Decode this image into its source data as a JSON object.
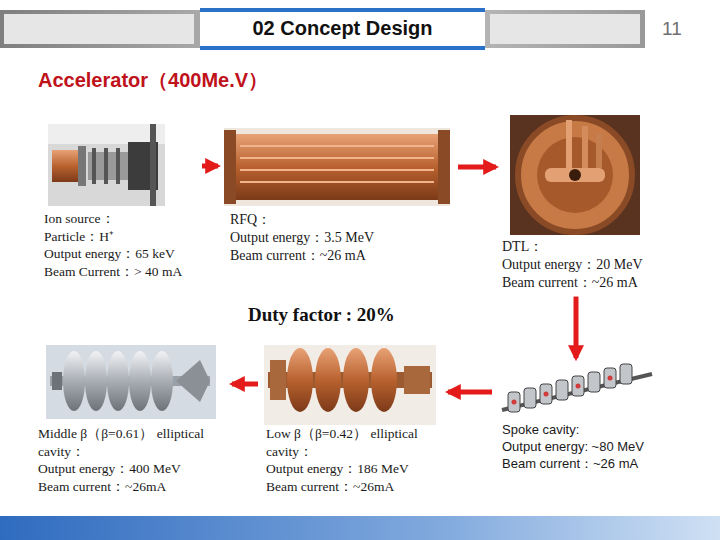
{
  "diagram": {
    "title": "02  Concept Design",
    "nodes": [
      {
        "text": [
          "Ion source：",
          "Particle：H⁺",
          "Output energy：65 keV",
          "Beam Current：> 40 mA"
        ]
      },
      {
        "text": [
          "RFQ：",
          "Output energy：3.5 MeV",
          "Beam current：~26 mA"
        ]
      },
      {
        "text": [
          "DTL：",
          "Output energy：20 MeV",
          "Beam current：~26 mA"
        ]
      },
      {
        "text": [
          "Middle β（β=0.61） elliptical cavity：",
          "Output energy：400 MeV",
          "Beam current：~26mA"
        ]
      },
      {
        "text": [
          "Low β（β=0.42） elliptical cavity：",
          "Output energy：186 MeV",
          "Beam current：~26mA"
        ]
      },
      {
        "text": [
          "Spoke cavity:",
          "Output energy: ~80 MeV",
          "Beam current：~26 mA"
        ]
      }
    ],
    "edges": [
      {
        "from": 0,
        "to": 1,
        "arrow": "to"
      },
      {
        "from": 1,
        "to": 2,
        "arrow": "to"
      },
      {
        "from": 2,
        "to": 5,
        "arrow": "to"
      },
      {
        "from": 5,
        "to": 4,
        "arrow": "to"
      },
      {
        "from": 4,
        "to": 3,
        "arrow": "to"
      }
    ],
    "labels": [
      "11",
      "Accelerator（400Me.V）",
      "Duty factor : 20%"
    ]
  }
}
